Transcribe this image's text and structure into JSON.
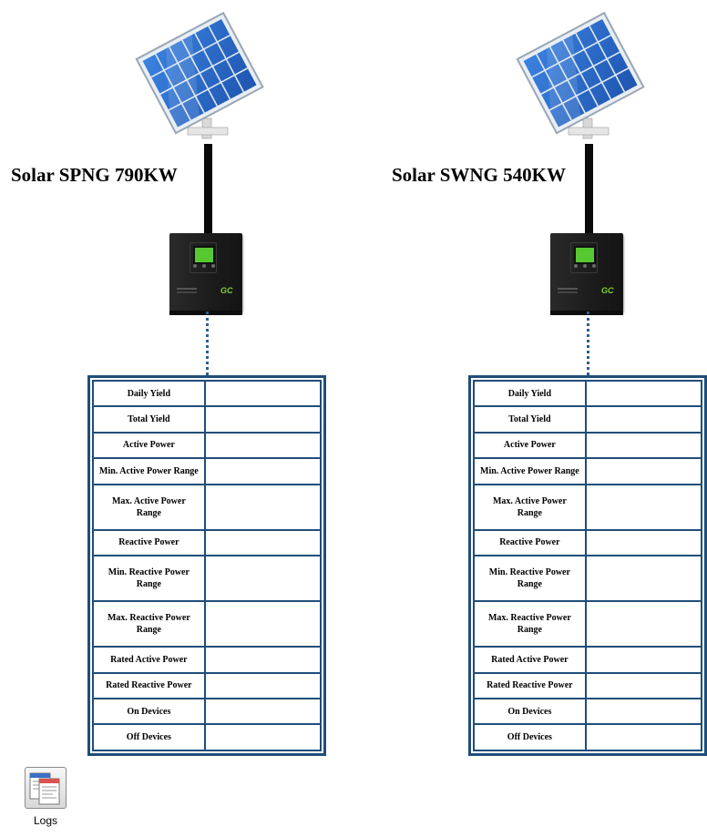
{
  "stations": [
    {
      "title": "Solar SPNG 790KW",
      "inverter_brand": "GC",
      "metrics": [
        {
          "label": "Daily Yield",
          "value": ""
        },
        {
          "label": "Total Yield",
          "value": ""
        },
        {
          "label": "Active Power",
          "value": ""
        },
        {
          "label": "Min. Active Power Range",
          "value": ""
        },
        {
          "label": "Max. Active Power Range",
          "value": ""
        },
        {
          "label": "Reactive Power",
          "value": ""
        },
        {
          "label": "Min. Reactive Power Range",
          "value": ""
        },
        {
          "label": "Max. Reactive Power Range",
          "value": ""
        },
        {
          "label": "Rated Active Power",
          "value": ""
        },
        {
          "label": "Rated Reactive Power",
          "value": ""
        },
        {
          "label": "On Devices",
          "value": ""
        },
        {
          "label": "Off Devices",
          "value": ""
        }
      ]
    },
    {
      "title": "Solar SWNG 540KW",
      "inverter_brand": "GC",
      "metrics": [
        {
          "label": "Daily Yield",
          "value": ""
        },
        {
          "label": "Total Yield",
          "value": ""
        },
        {
          "label": "Active Power",
          "value": ""
        },
        {
          "label": "Min. Active Power Range",
          "value": ""
        },
        {
          "label": "Max. Active Power Range",
          "value": ""
        },
        {
          "label": "Reactive Power",
          "value": ""
        },
        {
          "label": "Min. Reactive Power Range",
          "value": ""
        },
        {
          "label": "Max. Reactive Power Range",
          "value": ""
        },
        {
          "label": "Rated Active Power",
          "value": ""
        },
        {
          "label": "Rated Reactive Power",
          "value": ""
        },
        {
          "label": "On Devices",
          "value": ""
        },
        {
          "label": "Off Devices",
          "value": ""
        }
      ]
    }
  ],
  "logs": {
    "label": "Logs",
    "icon": "logs-icon"
  },
  "colors": {
    "table_border": "#1f4e79",
    "connector": "#2e5f8e",
    "panel_cell": "#2f6fd0",
    "inverter_body": "#1e1e1e",
    "inverter_screen": "#58c832",
    "brand": "#7fd12b"
  }
}
